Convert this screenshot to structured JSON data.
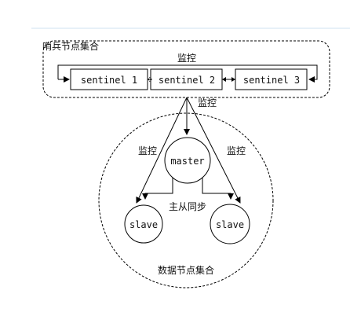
{
  "sentinel_group": {
    "label": "哨兵节点集合",
    "top_monitor_label": "监控",
    "nodes": [
      "sentinel 1",
      "sentinel 2",
      "sentinel 3"
    ]
  },
  "links": {
    "monitor_down_label": "监控",
    "monitor_left_label": "监控",
    "monitor_right_label": "监控",
    "sync_label": "主从同步"
  },
  "data_group": {
    "label": "数据节点集合",
    "master_label": "master",
    "slave_left_label": "slave",
    "slave_right_label": "slave"
  },
  "colors": {
    "stroke": "#000000",
    "top_rule": "#cfe0f2"
  }
}
